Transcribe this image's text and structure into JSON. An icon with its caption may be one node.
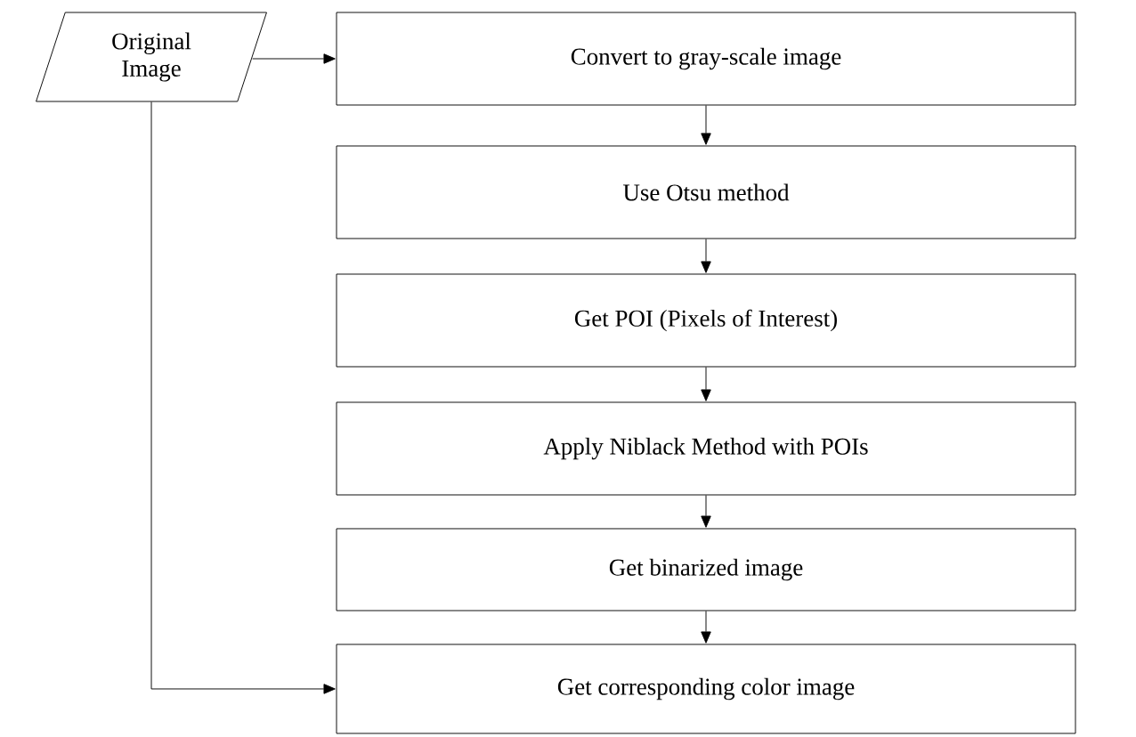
{
  "diagram": {
    "nodes": [
      {
        "text": [
          "Original Image"
        ]
      },
      {
        "text": [
          "Convert to gray-scale image"
        ]
      },
      {
        "text": [
          "Use Otsu method"
        ]
      },
      {
        "text": [
          "Get POI (Pixels of Interest)"
        ]
      },
      {
        "text": [
          "Apply Niblack Method with POIs"
        ]
      },
      {
        "text": [
          "Get binarized image"
        ]
      },
      {
        "text": [
          "Get corresponding color image"
        ]
      }
    ],
    "edges": [
      {
        "from": 0,
        "to": 1,
        "arrow": "to"
      },
      {
        "from": 1,
        "to": 2,
        "arrow": "to"
      },
      {
        "from": 2,
        "to": 3,
        "arrow": "to"
      },
      {
        "from": 3,
        "to": 4,
        "arrow": "to"
      },
      {
        "from": 4,
        "to": 5,
        "arrow": "to"
      },
      {
        "from": 5,
        "to": 6,
        "arrow": "to"
      },
      {
        "from": 0,
        "to": 6,
        "arrow": "to"
      }
    ]
  }
}
